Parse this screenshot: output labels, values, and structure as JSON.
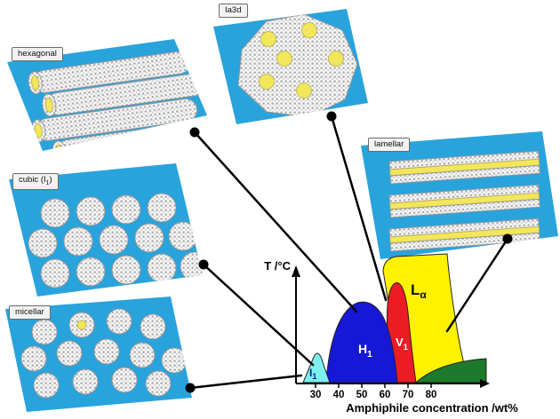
{
  "panels": {
    "hexagonal": {
      "label": "hexagonal"
    },
    "cubic": {
      "pre": "cubic (I",
      "sub": "1",
      "post": ")"
    },
    "micellar": {
      "label": "micellar"
    },
    "ia3d": {
      "label": "Ia3d"
    },
    "lamellar": {
      "label": "lamellar"
    }
  },
  "phases": {
    "i1": {
      "base": "I",
      "sub": "1"
    },
    "h1": {
      "base": "H",
      "sub": "1"
    },
    "v1": {
      "base": "V",
      "sub": "1"
    },
    "la": {
      "base": "L",
      "sub": "α"
    }
  },
  "axes": {
    "y_label": "T /°C",
    "x_label": "Amphiphile concentration /wt%",
    "ticks": [
      "30",
      "40",
      "50",
      "60",
      "70",
      "80"
    ]
  },
  "colors": {
    "panel": "#29a3dc",
    "i1": "#7df0f0",
    "h1": "#1717d6",
    "v1": "#ec1c24",
    "la": "#fff200",
    "green": "#1d7a2c"
  }
}
